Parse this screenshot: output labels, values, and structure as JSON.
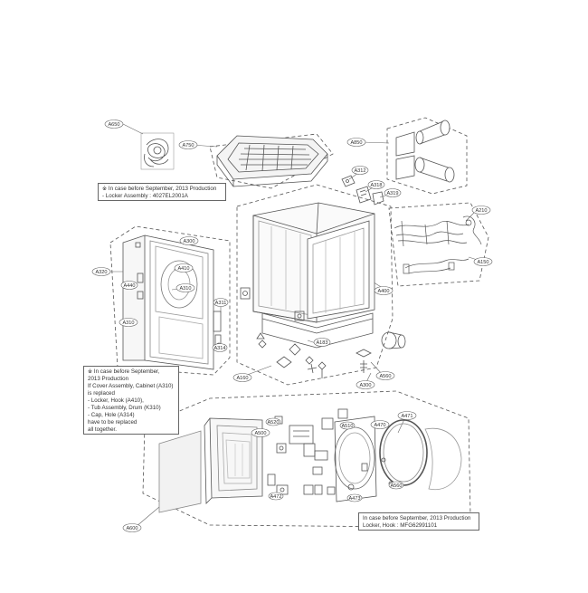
{
  "notes": {
    "top": {
      "lines": [
        "※ In case before September, 2013 Production",
        "- Locker Assembly : 4027EL2001A"
      ]
    },
    "left": {
      "lines": [
        "※ In case before September,",
        "2013 Production",
        "If Cover Assembly, Cabinet (A310)",
        "is replaced",
        "- Locker, Hook (A410),",
        "- Tub Assembly, Drum (K310)",
        "- Cap, Hole (A314)",
        "have to be replaced",
        "all together."
      ]
    },
    "bottom": {
      "lines": [
        "In case before September, 2013 Production",
        "Locker, Hook : MFG62991101"
      ]
    }
  },
  "callouts": {
    "A650": "A650",
    "A750": "A750",
    "A850": "A850",
    "A312": "A312",
    "A318": "A318",
    "A319": "A319",
    "A210": "A210",
    "A150": "A150",
    "A400": "A400",
    "A300": "A300",
    "A410": "A410",
    "A310": "A310",
    "A320": "A320",
    "A440": "A440",
    "A311": "A311",
    "A314": "A314",
    "A500": "A500",
    "A600": "A600",
    "A183": "A183",
    "A160": "A160",
    "A510": "A510",
    "A520": "A520",
    "A470": "A470",
    "A471": "A471",
    "A472": "A472",
    "A473": "A473",
    "A560": "A560"
  }
}
